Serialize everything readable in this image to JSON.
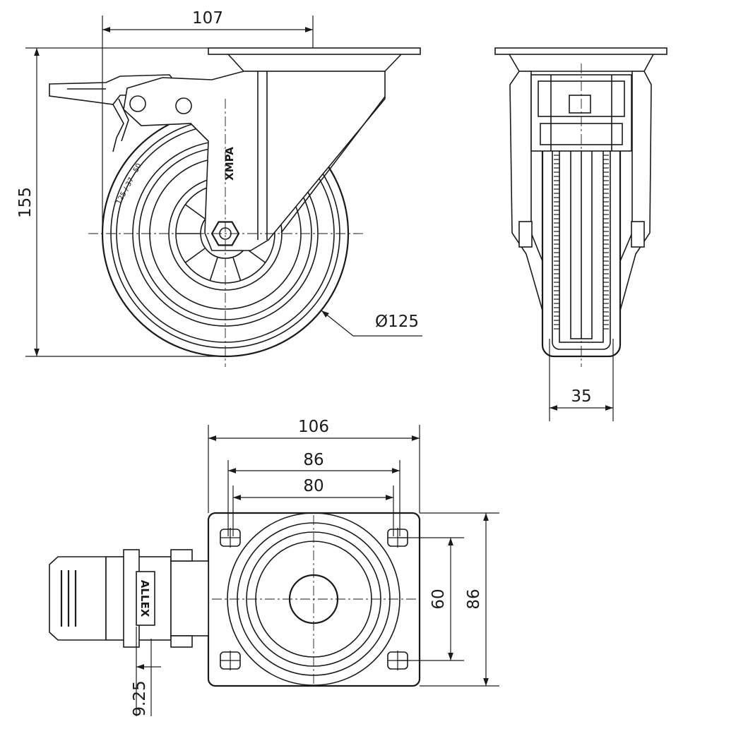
{
  "dimensions": {
    "top_width": "107",
    "height": "155",
    "wheel_diameter": "Ø125",
    "wheel_width": "35",
    "plate_width": "106",
    "hole_spacing_x_outer": "86",
    "hole_spacing_x_inner": "80",
    "hole_spacing_y_inner": "60",
    "hole_spacing_y_outer": "86",
    "brake_offset": "9.25"
  },
  "markings": {
    "fork_brand": "XMPA",
    "tire_code": "125 / 37 - 50",
    "brake_brand": "ALLEX"
  },
  "colors": {
    "line": "#1a1a1a",
    "background": "#ffffff"
  }
}
